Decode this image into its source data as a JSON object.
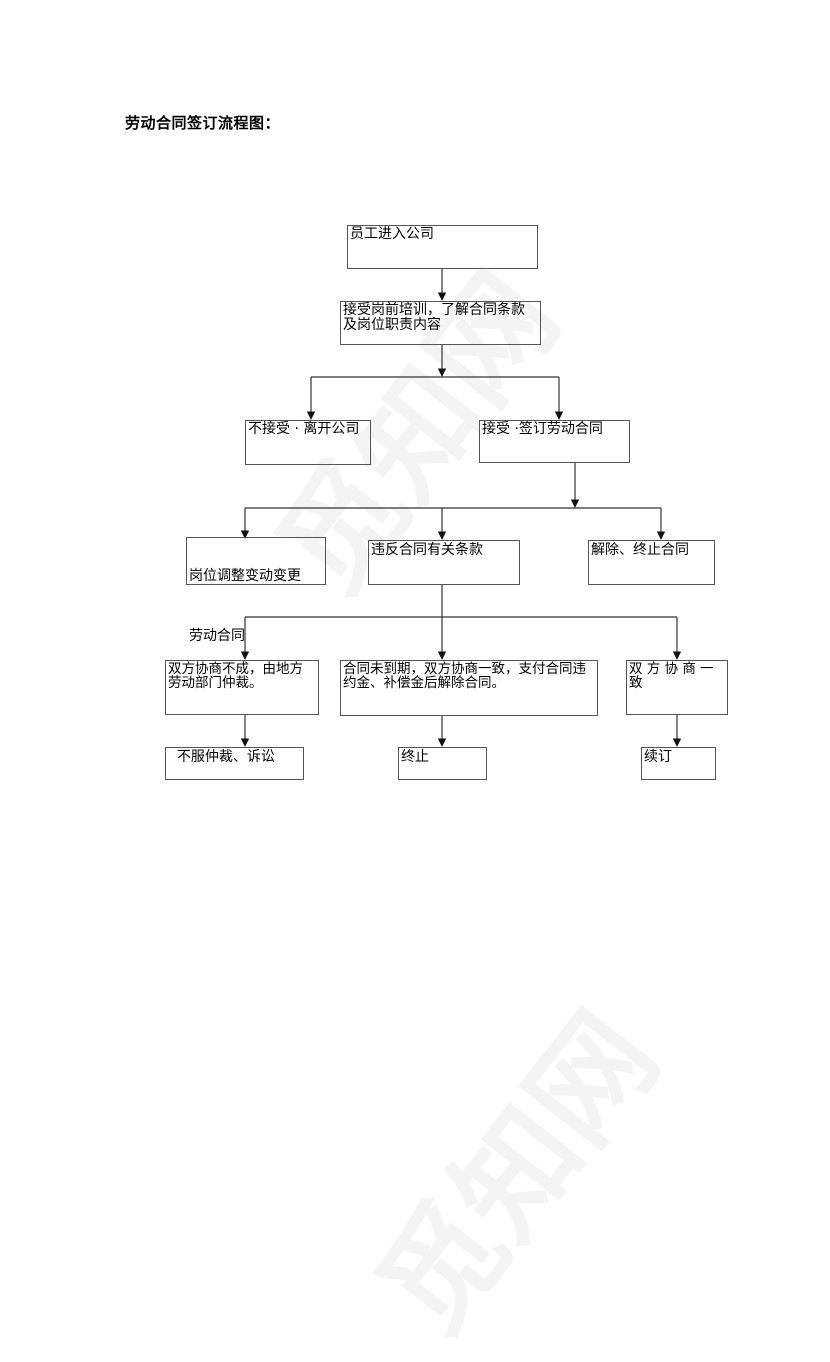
{
  "document": {
    "title": "劳动合同签订流程图：",
    "watermark": "觅知网"
  },
  "flowchart": {
    "nodes": {
      "enter_company": "员工进入公司",
      "pre_job_training": "接受岗前培训，了解合同条款及岗位职责内容",
      "reject_leave": "不接受 · 离开公司",
      "accept_sign": "接受 ·签订劳动合同",
      "position_change_line1": "岗位调整变动变更",
      "position_change_line2": "劳动合同",
      "violate_terms": "违反合同有关条款",
      "terminate_contract": "解除、终止合同",
      "negotiation_failed": "双方协商不成，由地方劳动部门仲裁。",
      "early_termination_agreed": "合同未到期，双方协商一致，支付合同违约金、补偿金后解除合同。",
      "mutual_agreement": "双 方 协 商 一致",
      "dispute_lawsuit": "  不服仲裁、诉讼",
      "terminate": "终止",
      "renew": "续订"
    }
  }
}
